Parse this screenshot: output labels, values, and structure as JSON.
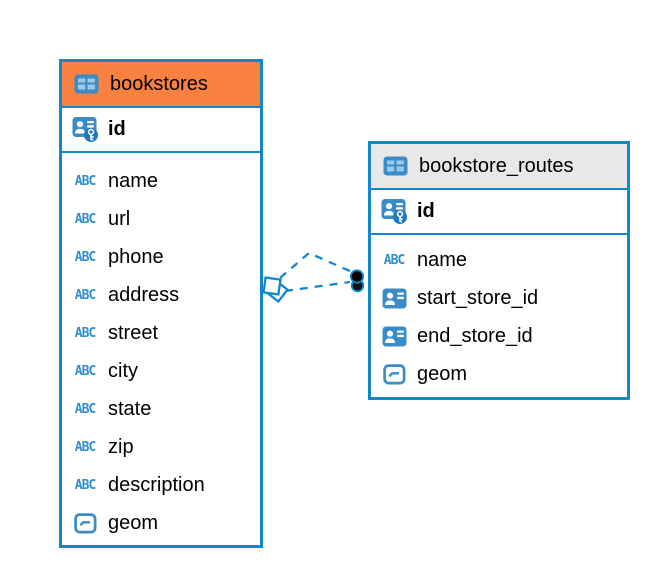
{
  "canvas": {
    "background": "#ffffff"
  },
  "colors": {
    "table_border": "#1287c9",
    "relationship_line": "#1287c9",
    "icon_blue": "#3a8cc9",
    "icon_cell_light": "#9dc9e5",
    "bookstores_header_bg": "#f8813f",
    "routes_header_bg": "#e9e8e8",
    "text": "#000000"
  },
  "tables": [
    {
      "name": "bookstores",
      "primary_key": "id",
      "columns": [
        {
          "name": "name",
          "type": "text"
        },
        {
          "name": "url",
          "type": "text"
        },
        {
          "name": "phone",
          "type": "text"
        },
        {
          "name": "address",
          "type": "text"
        },
        {
          "name": "street",
          "type": "text"
        },
        {
          "name": "city",
          "type": "text"
        },
        {
          "name": "state",
          "type": "text"
        },
        {
          "name": "zip",
          "type": "text"
        },
        {
          "name": "description",
          "type": "text"
        },
        {
          "name": "geom",
          "type": "geometry"
        }
      ]
    },
    {
      "name": "bookstore_routes",
      "primary_key": "id",
      "columns": [
        {
          "name": "name",
          "type": "text"
        },
        {
          "name": "start_store_id",
          "type": "reference"
        },
        {
          "name": "end_store_id",
          "type": "reference"
        },
        {
          "name": "geom",
          "type": "geometry"
        }
      ]
    }
  ],
  "relationships": [
    {
      "from": "bookstore_routes",
      "to": "bookstores",
      "style": "dashed"
    },
    {
      "from": "bookstore_routes",
      "to": "bookstores",
      "style": "dashed"
    }
  ]
}
